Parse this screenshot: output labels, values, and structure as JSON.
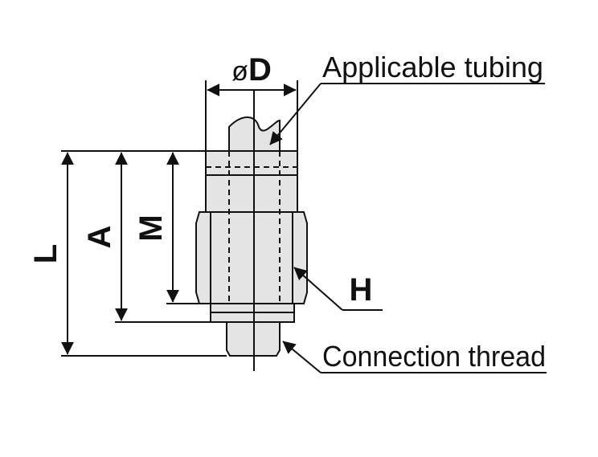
{
  "diagram": {
    "callouts": {
      "tubing": "Applicable tubing",
      "thread": "Connection thread"
    },
    "dimensions": {
      "diameter_symbol": "ø",
      "diameter": "D",
      "length": "L",
      "a": "A",
      "m": "M",
      "hex": "H"
    }
  }
}
